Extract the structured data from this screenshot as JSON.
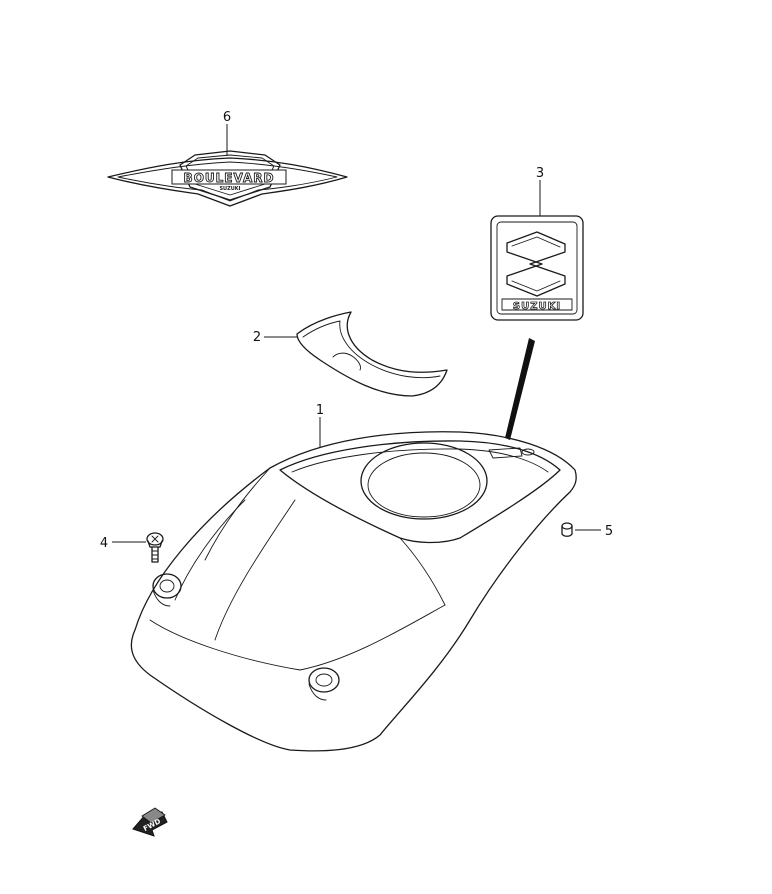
{
  "diagram": {
    "callouts": [
      {
        "id": "c1",
        "label": "1"
      },
      {
        "id": "c2",
        "label": "2"
      },
      {
        "id": "c3",
        "label": "3"
      },
      {
        "id": "c4",
        "label": "4"
      },
      {
        "id": "c5",
        "label": "5"
      },
      {
        "id": "c6",
        "label": "6"
      }
    ],
    "emblem_boulevard": {
      "text": "BOULEVARD",
      "subtext": "SUZUKI"
    },
    "emblem_suzuki": {
      "text": "SUZUKI"
    },
    "fwd_arrow": {
      "text": "FWD"
    }
  }
}
